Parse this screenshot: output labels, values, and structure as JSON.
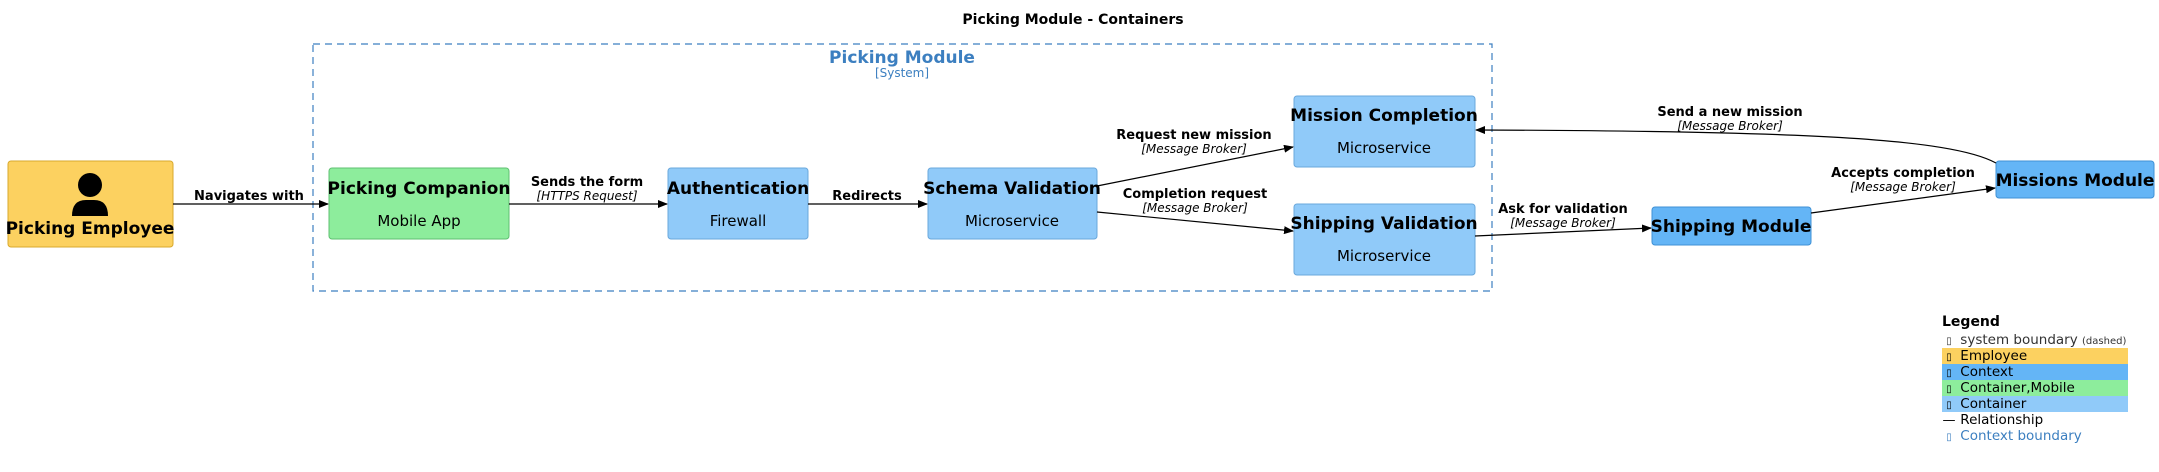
{
  "title": "Picking Module - Containers",
  "boundary": {
    "name": "Picking Module",
    "type": "[System]"
  },
  "nodes": {
    "employee": {
      "name": "Picking Employee",
      "icon": "person-icon"
    },
    "picking_companion": {
      "name": "Picking Companion",
      "tech": "Mobile App"
    },
    "authentication": {
      "name": "Authentication",
      "tech": "Firewall"
    },
    "schema_validation": {
      "name": "Schema Validation",
      "tech": "Microservice"
    },
    "mission_completion": {
      "name": "Mission Completion",
      "tech": "Microservice"
    },
    "shipping_validation": {
      "name": "Shipping Validation",
      "tech": "Microservice"
    },
    "shipping_module": {
      "name": "Shipping Module"
    },
    "missions_module": {
      "name": "Missions Module"
    }
  },
  "relations": {
    "navigates": {
      "label": "Navigates with"
    },
    "sends_form": {
      "label": "Sends the form",
      "tech": "[HTTPS Request]"
    },
    "redirects": {
      "label": "Redirects"
    },
    "request_mission": {
      "label": "Request new mission",
      "tech": "[Message Broker]"
    },
    "completion_request": {
      "label": "Completion request",
      "tech": "[Message Broker]"
    },
    "ask_validation": {
      "label": "Ask for validation",
      "tech": "[Message Broker]"
    },
    "accepts_completion": {
      "label": "Accepts completion",
      "tech": "[Message Broker]"
    },
    "send_mission": {
      "label": "Send a new mission",
      "tech": "[Message Broker]"
    }
  },
  "legend": {
    "title": "Legend",
    "items": [
      {
        "label": "system boundary",
        "note": "(dashed)",
        "color": "#ffffff",
        "text_color": "#333333"
      },
      {
        "label": "Employee",
        "color": "#fcd160",
        "text_color": "#000000"
      },
      {
        "label": "Context",
        "color": "#64b5f6",
        "text_color": "#000000"
      },
      {
        "label": "Container,Mobile",
        "color": "#8ded9c",
        "text_color": "#000000"
      },
      {
        "label": "Container",
        "color": "#90caf9",
        "text_color": "#000000"
      },
      {
        "label": "Relationship",
        "color": "#ffffff",
        "text_color": "#000000"
      },
      {
        "label": "Context boundary",
        "color": "#ffffff",
        "text_color": "#3c7fc0"
      }
    ]
  },
  "colors": {
    "employee": "#fcd160",
    "mobile": "#8ded9c",
    "container": "#90caf9",
    "context": "#64b5f6",
    "boundary": "#3c7fc0"
  }
}
